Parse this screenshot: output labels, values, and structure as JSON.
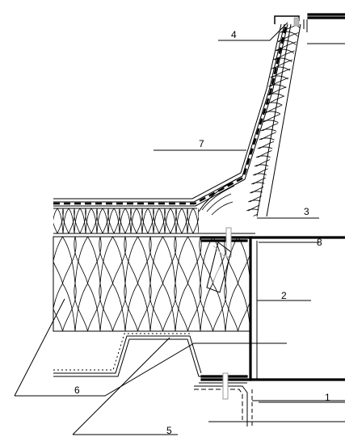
{
  "drawing": {
    "callouts": [
      {
        "id": "1",
        "text": "1"
      },
      {
        "id": "2",
        "text": "2"
      },
      {
        "id": "3",
        "text": "3"
      },
      {
        "id": "4",
        "text": "4"
      },
      {
        "id": "5",
        "text": "5"
      },
      {
        "id": "6",
        "text": "6"
      },
      {
        "id": "7",
        "text": "7"
      },
      {
        "id": "8",
        "text": "8"
      }
    ],
    "colors": {
      "line": "#000000",
      "background": "#ffffff",
      "fastener": "#b9b9b9"
    }
  }
}
